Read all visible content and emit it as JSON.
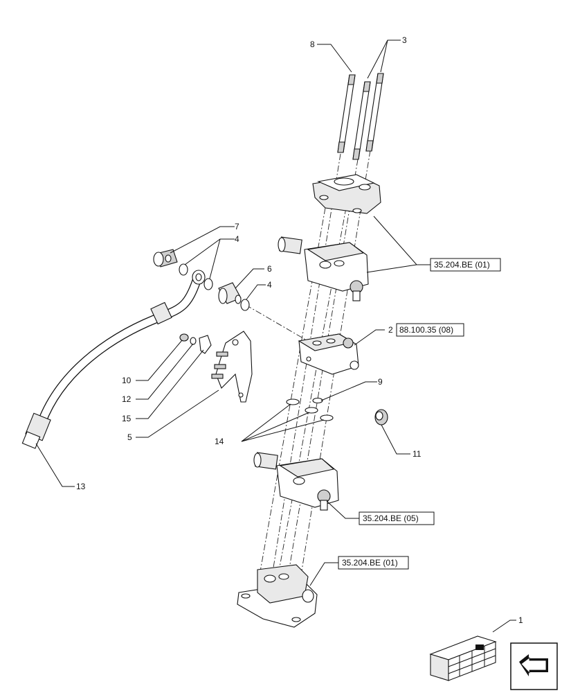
{
  "callouts": {
    "c1": "1",
    "c2": "2",
    "c3": "3",
    "c4a": "4",
    "c4b": "4",
    "c5": "5",
    "c6": "6",
    "c7": "7",
    "c8": "8",
    "c9": "9",
    "c10": "10",
    "c11": "11",
    "c12": "12",
    "c13": "13",
    "c14": "14",
    "c15": "15"
  },
  "references": {
    "top_valve": "35.204.BE (01)",
    "inlet_section": "88.100.35 (08)",
    "lower_valve": "35.204.BE (05)",
    "end_cover": "35.204.BE (01)"
  },
  "icons": {
    "kit": "kit-box-icon",
    "navigation": "previous-page-arrow-icon"
  }
}
